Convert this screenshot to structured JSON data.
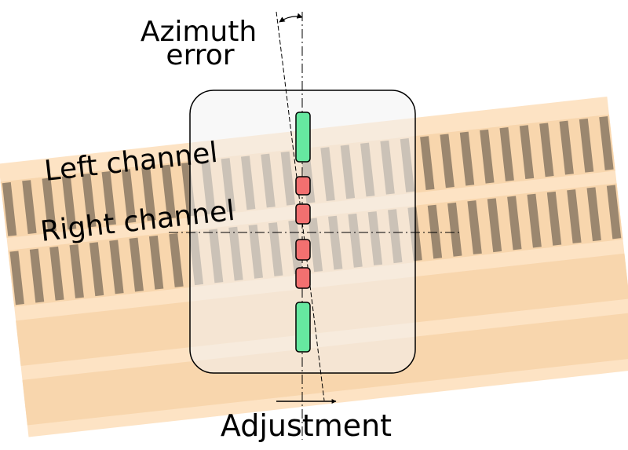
{
  "labels": {
    "azimuth_line1": "Azimuth",
    "azimuth_line2": "error",
    "left_channel": "Left channel",
    "right_channel": "Right channel",
    "adjustment": "Adjustment"
  },
  "colors": {
    "tape_light": "#fde3c4",
    "tape_band": "#f8d6ad",
    "track_stripe": "#9b876f",
    "head_fill": "#f3f3f3",
    "gap_green": "#66e8a0",
    "gap_red": "#f27070",
    "outline": "#000000"
  },
  "icons": {
    "azimuth_arc": "double-headed-arc-arrow",
    "adjustment_arrow": "right-arrow"
  }
}
